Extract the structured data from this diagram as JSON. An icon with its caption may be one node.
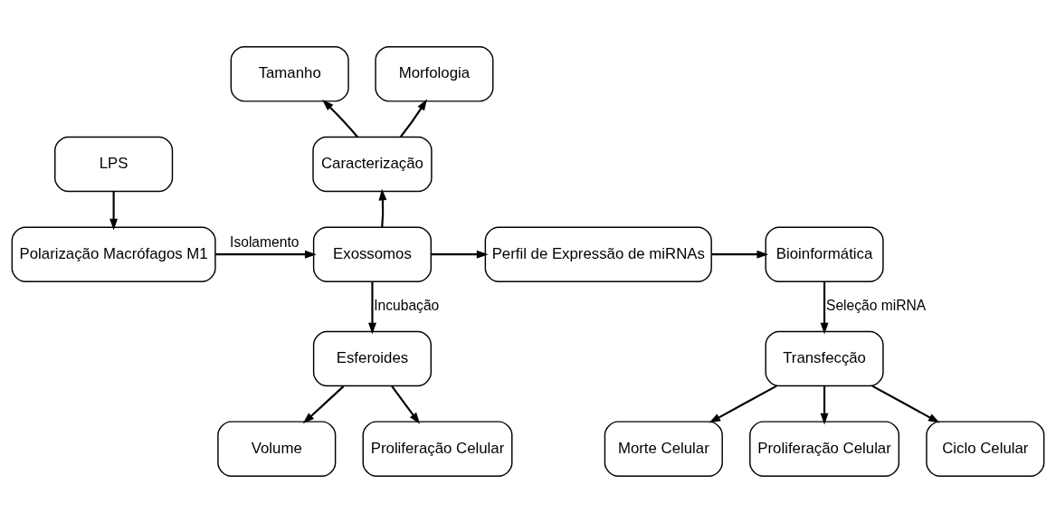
{
  "diagram": {
    "nodes": [
      {
        "text": [
          "Tamanho"
        ]
      },
      {
        "text": [
          "Morfologia"
        ]
      },
      {
        "text": [
          "LPS"
        ]
      },
      {
        "text": [
          "Caracterização"
        ]
      },
      {
        "text": [
          "Polarização Macrófagos M1"
        ]
      },
      {
        "text": [
          "Exossomos"
        ]
      },
      {
        "text": [
          "Perfil de Expressão de miRNAs"
        ]
      },
      {
        "text": [
          "Bioinformática"
        ]
      },
      {
        "text": [
          "Esferoides"
        ]
      },
      {
        "text": [
          "Transfecção"
        ]
      },
      {
        "text": [
          "Proliferação Celular"
        ]
      },
      {
        "text": [
          "Volume"
        ]
      },
      {
        "text": [
          "Proliferação Celular"
        ]
      },
      {
        "text": [
          "Ciclo Celular"
        ]
      },
      {
        "text": [
          "Morte Celular"
        ]
      }
    ],
    "edges": [
      {
        "from": 2,
        "to": 4,
        "arrow": "to"
      },
      {
        "from": 4,
        "to": 5,
        "arrow": "to",
        "label": "Isolamento"
      },
      {
        "from": 5,
        "to": 3,
        "arrow": "to"
      },
      {
        "from": 3,
        "to": 0,
        "arrow": "to"
      },
      {
        "from": 3,
        "to": 1,
        "arrow": "to"
      },
      {
        "from": 5,
        "to": 6,
        "arrow": "to"
      },
      {
        "from": 6,
        "to": 7,
        "arrow": "to"
      },
      {
        "from": 5,
        "to": 8,
        "arrow": "to",
        "label": "Incubação"
      },
      {
        "from": 7,
        "to": 9,
        "arrow": "to",
        "label": "Seleção miRNA"
      },
      {
        "from": 8,
        "to": 10,
        "arrow": "to"
      },
      {
        "from": 8,
        "to": 11,
        "arrow": "to"
      },
      {
        "from": 9,
        "to": 12,
        "arrow": "to"
      },
      {
        "from": 9,
        "to": 13,
        "arrow": "to"
      },
      {
        "from": 9,
        "to": 14,
        "arrow": "to"
      }
    ]
  }
}
